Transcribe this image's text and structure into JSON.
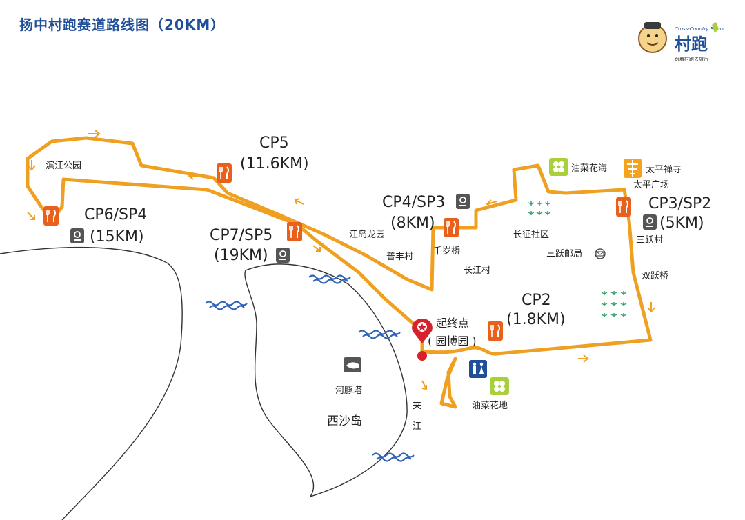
{
  "title": "扬中村跑赛道路线图（20KM）",
  "brand": {
    "logo_text": "村跑",
    "logo_sub_en": "Cross-Country Running",
    "logo_slogan": "跟着村跑去旅行"
  },
  "colors": {
    "route": "#f0a020",
    "checkpoint": "#e8601c",
    "water": "#2e63b5",
    "title": "#1f4f99",
    "flower": "#a9d03a",
    "temple": "#f3a41c",
    "start_pin": "#d8212a"
  },
  "checkpoints": {
    "cp2": {
      "name": "CP2",
      "dist": "(1.8KM)"
    },
    "cp3": {
      "name": "CP3/SP2",
      "dist": "(5KM)"
    },
    "cp4": {
      "name": "CP4/SP3",
      "dist": "(8KM)"
    },
    "cp5": {
      "name": "CP5",
      "dist": "(11.6KM)"
    },
    "cp6": {
      "name": "CP6/SP4",
      "dist": "(15KM)"
    },
    "cp7": {
      "name": "CP7/SP5",
      "dist": "(19KM)"
    }
  },
  "start": {
    "line1": "起终点",
    "line2": "( 园博园 )"
  },
  "places": {
    "binjiang_park": "滨江公园",
    "jiangdao_longyuan": "江岛龙园",
    "pufeng_village": "普丰村",
    "qiansui_bridge": "千岁桥",
    "changjiang_village": "长江村",
    "changzheng_community": "长征社区",
    "sanyue_post": "三跃邮局",
    "youcai_huahai": "油菜花海",
    "taiping_temple": "太平禅寺",
    "taiping_square": "太平广场",
    "sanyue_village": "三跃村",
    "shuangyue_bridge": "双跃桥",
    "youcai_huadi": "油菜花地",
    "hetun_tower": "河豚塔",
    "xisha_island": "西沙岛",
    "jiajiang_1": "夹",
    "jiajiang_2": "江"
  },
  "icons": {
    "food": "fork-knife-icon",
    "toilet": "restroom-icon",
    "flower": "rapeseed-flower-icon",
    "temple": "pagoda-icon",
    "post": "mail-icon",
    "tower": "hetun-tower-icon",
    "sp": "supply-point-icon",
    "start": "start-pin-icon"
  }
}
